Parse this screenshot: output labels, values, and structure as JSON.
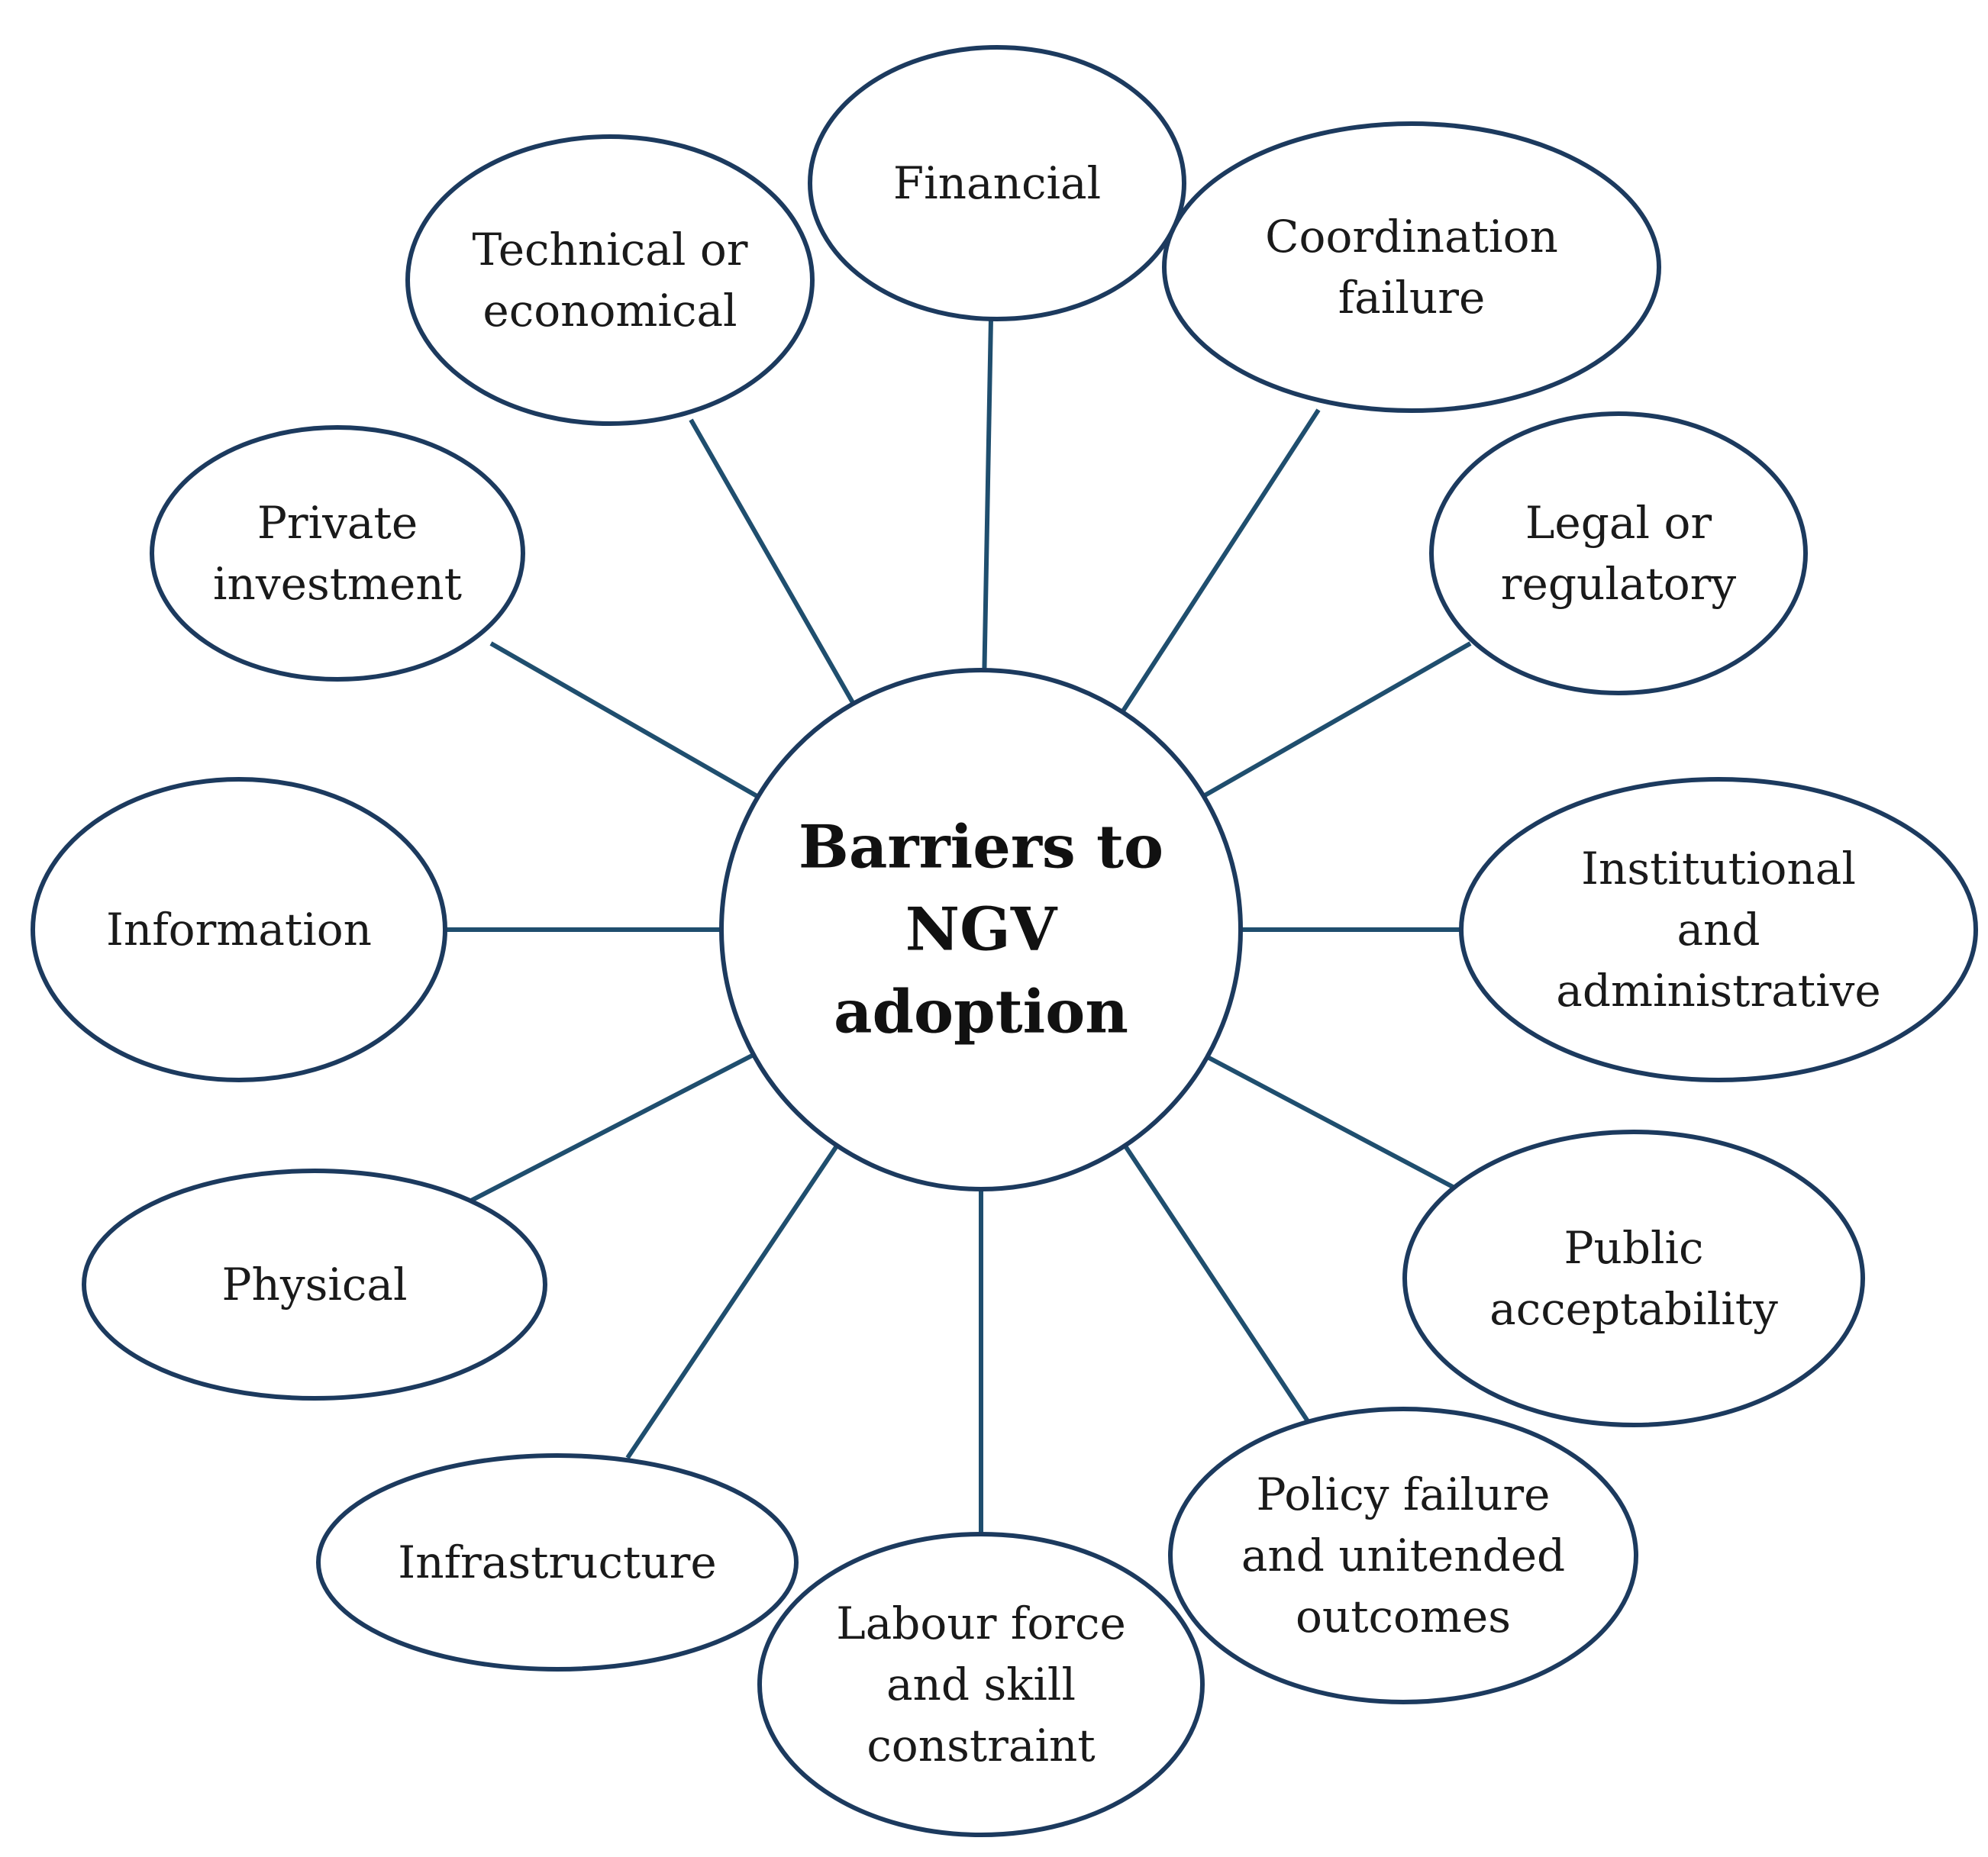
{
  "diagram": {
    "center": {
      "lines": [
        "Barriers to",
        "NGV",
        "adoption"
      ]
    },
    "nodes": [
      {
        "id": "financial",
        "lines": [
          "Financial"
        ]
      },
      {
        "id": "coordination-failure",
        "lines": [
          "Coordination",
          "failure"
        ]
      },
      {
        "id": "legal-or-regulatory",
        "lines": [
          "Legal or",
          "regulatory"
        ]
      },
      {
        "id": "institutional-and-administrative",
        "lines": [
          "Institutional",
          "and",
          "administrative"
        ]
      },
      {
        "id": "public-acceptability",
        "lines": [
          "Public",
          "acceptability"
        ]
      },
      {
        "id": "policy-failure",
        "lines": [
          "Policy failure",
          "and unitended",
          "outcomes"
        ]
      },
      {
        "id": "labour-force",
        "lines": [
          "Labour force",
          "and skill",
          "constraint"
        ]
      },
      {
        "id": "infrastructure",
        "lines": [
          "Infrastructure"
        ]
      },
      {
        "id": "physical",
        "lines": [
          "Physical"
        ]
      },
      {
        "id": "information",
        "lines": [
          "Information"
        ]
      },
      {
        "id": "private-investment",
        "lines": [
          "Private",
          "investment"
        ]
      },
      {
        "id": "technical-or-economical",
        "lines": [
          "Technical or",
          "economical"
        ]
      }
    ]
  }
}
